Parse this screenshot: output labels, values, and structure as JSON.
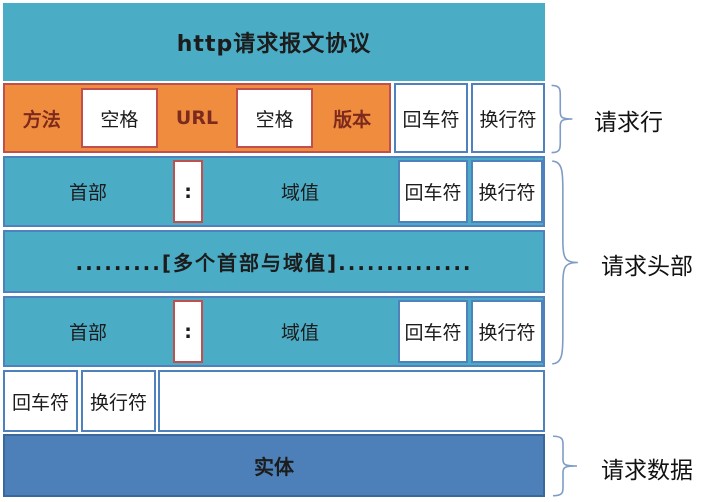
{
  "title": "http请求报文协议",
  "request_line": {
    "cells": [
      {
        "label": "方法",
        "style": "orange"
      },
      {
        "label": "空格",
        "style": "white-red"
      },
      {
        "label": "URL",
        "style": "orange"
      },
      {
        "label": "空格",
        "style": "white-red"
      },
      {
        "label": "版本",
        "style": "orange"
      },
      {
        "label": "回车符",
        "style": "white-blue"
      },
      {
        "label": "换行符",
        "style": "white-blue"
      }
    ]
  },
  "header_row_1": {
    "header": "首部",
    "colon": ":",
    "value": "域值",
    "cr": "回车符",
    "lf": "换行符"
  },
  "ellipsis_row": {
    "text": ".........[多个首部与域值].............."
  },
  "header_row_2": {
    "header": "首部",
    "colon": ":",
    "value": "域值",
    "cr": "回车符",
    "lf": "换行符"
  },
  "blank_row": {
    "cr": "回车符",
    "lf": "换行符"
  },
  "body": {
    "label": "实体"
  },
  "annotations": [
    {
      "label": "请求行"
    },
    {
      "label": "请求头部"
    },
    {
      "label": "请求数据"
    }
  ],
  "colors": {
    "teal": "#4BACC6",
    "orange": "#F08C3E",
    "blue_fill": "#4D80B9",
    "blue_fill_border": "#3A689B",
    "blue_border": "#4F81BD",
    "red_border": "#C0504D",
    "brace": "#7E9CC5",
    "text_dark": "#1C1C1C",
    "text_maroon": "#7D2A1E"
  }
}
